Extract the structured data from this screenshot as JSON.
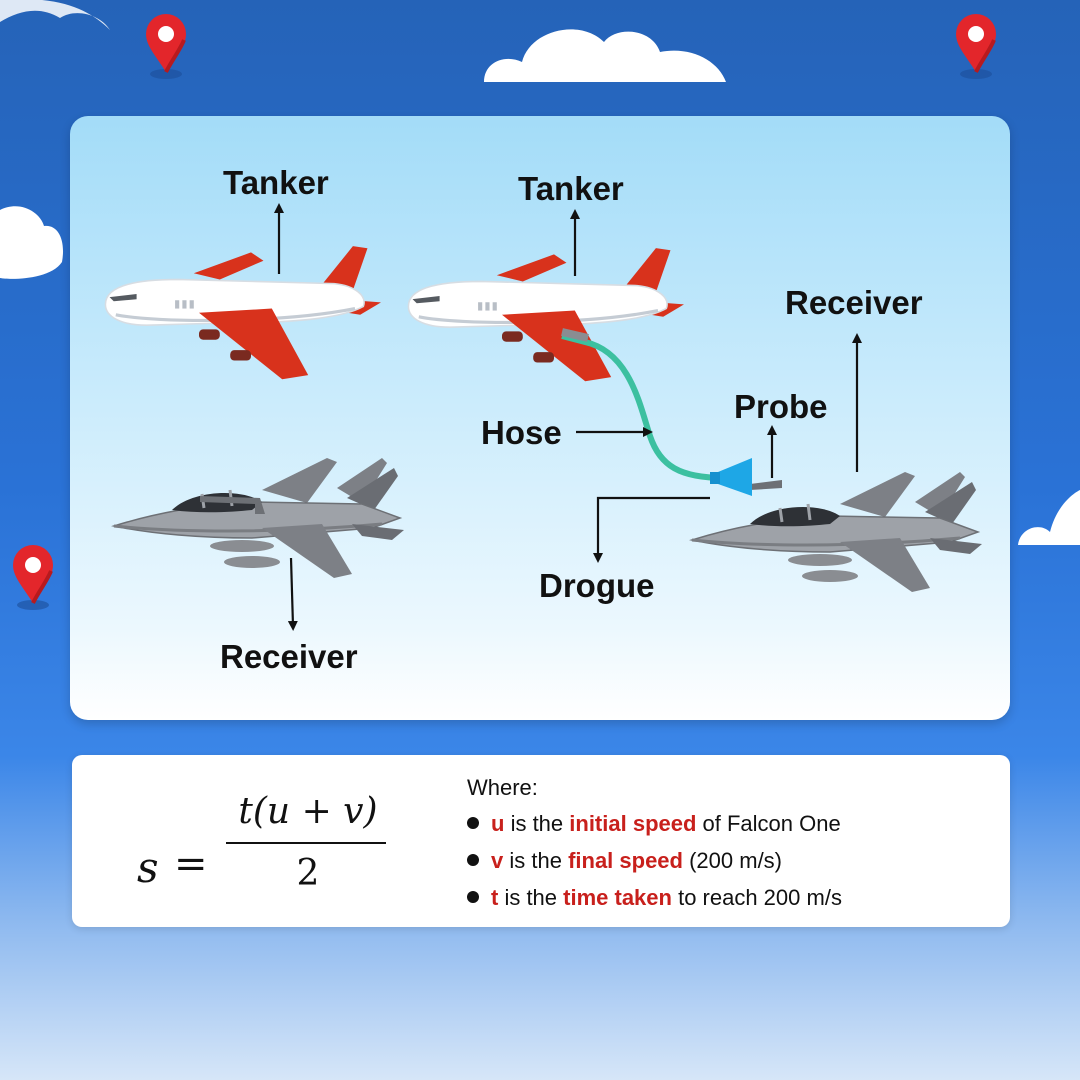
{
  "diagram": {
    "labels": {
      "tanker_left": "Tanker",
      "tanker_right": "Tanker",
      "receiver_left": "Receiver",
      "receiver_right": "Receiver",
      "hose": "Hose",
      "probe": "Probe",
      "drogue": "Drogue"
    }
  },
  "formula": {
    "lhs": "s",
    "equals": "=",
    "numerator": "t(u + v)",
    "denominator": "2"
  },
  "where": {
    "heading": "Where:",
    "items": [
      {
        "var": "u",
        "text1": " is the ",
        "highlight": "initial speed",
        "text2": " of Falcon One"
      },
      {
        "var": "v",
        "text1": " is the ",
        "highlight": "final speed",
        "text2": " (200 m/s)"
      },
      {
        "var": "t",
        "text1": " is the ",
        "highlight": "time taken",
        "text2": " to reach 200 m/s"
      }
    ]
  },
  "colors": {
    "sky": "#2a72d6",
    "tanker_accent": "#d8321c",
    "jet_gray": "#8a8d92",
    "hose": "#3cc0a0",
    "drogue": "#1ea7e6",
    "highlight_text": "#c8201c",
    "pin": "#e3262b"
  },
  "icons": [
    "location-pin-icon",
    "cloud-icon"
  ]
}
